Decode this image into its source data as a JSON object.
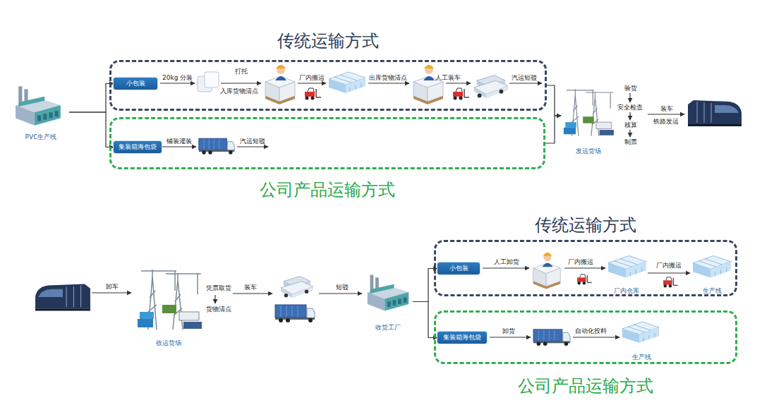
{
  "diagram": {
    "nodes": [
      {
        "text": [
          "传统运输方式"
        ]
      },
      {
        "text": [
          "小包装"
        ],
        "in": 0
      },
      {
        "text": [
          "公司产品运输方式"
        ]
      },
      {
        "text": [
          "集装箱海包袋"
        ],
        "in": 2
      },
      {
        "text": [
          "PVC生产线"
        ]
      },
      {
        "text": [
          "发运货场"
        ]
      },
      {
        "text": [
          "收运货场"
        ]
      },
      {
        "text": [
          "收货工厂"
        ]
      },
      {
        "text": [
          "传统运输方式"
        ]
      },
      {
        "text": [
          "小包装"
        ],
        "in": 8
      },
      {
        "text": [
          "厂内仓库"
        ],
        "in": 8
      },
      {
        "text": [
          "生产线"
        ],
        "in": 8
      },
      {
        "text": [
          "公司产品运输方式"
        ]
      },
      {
        "text": [
          "集装箱海包袋"
        ],
        "in": 12
      },
      {
        "text": [
          "生产线"
        ],
        "in": 12
      }
    ],
    "edges": [
      {
        "from": 4,
        "to": 1,
        "arrow": "to"
      },
      {
        "from": 4,
        "to": 3,
        "arrow": "to"
      },
      {
        "from": 0,
        "to": 5,
        "arrow": "to"
      },
      {
        "from": 2,
        "to": 5,
        "arrow": "to"
      },
      {
        "from": 10,
        "to": 11,
        "label": "厂内搬运",
        "arrow": "to"
      },
      {
        "from": 7,
        "to": 9,
        "arrow": "to"
      },
      {
        "from": 7,
        "to": 13,
        "arrow": "to"
      }
    ],
    "labels": [
      "20kg 分装",
      "打托",
      "入库货物清点",
      "厂内搬运",
      "出库货物清点",
      "人工装车",
      "汽运短驳",
      "铺装灌装",
      "汽运短驳",
      "验货",
      "安全检查",
      "核算",
      "制票",
      "装车",
      "铁路发运",
      "卸车",
      "凭票取货",
      "货物清点",
      "装车",
      "短驳",
      "人工卸货",
      "厂内搬运",
      "卸货",
      "自动化投料"
    ]
  }
}
